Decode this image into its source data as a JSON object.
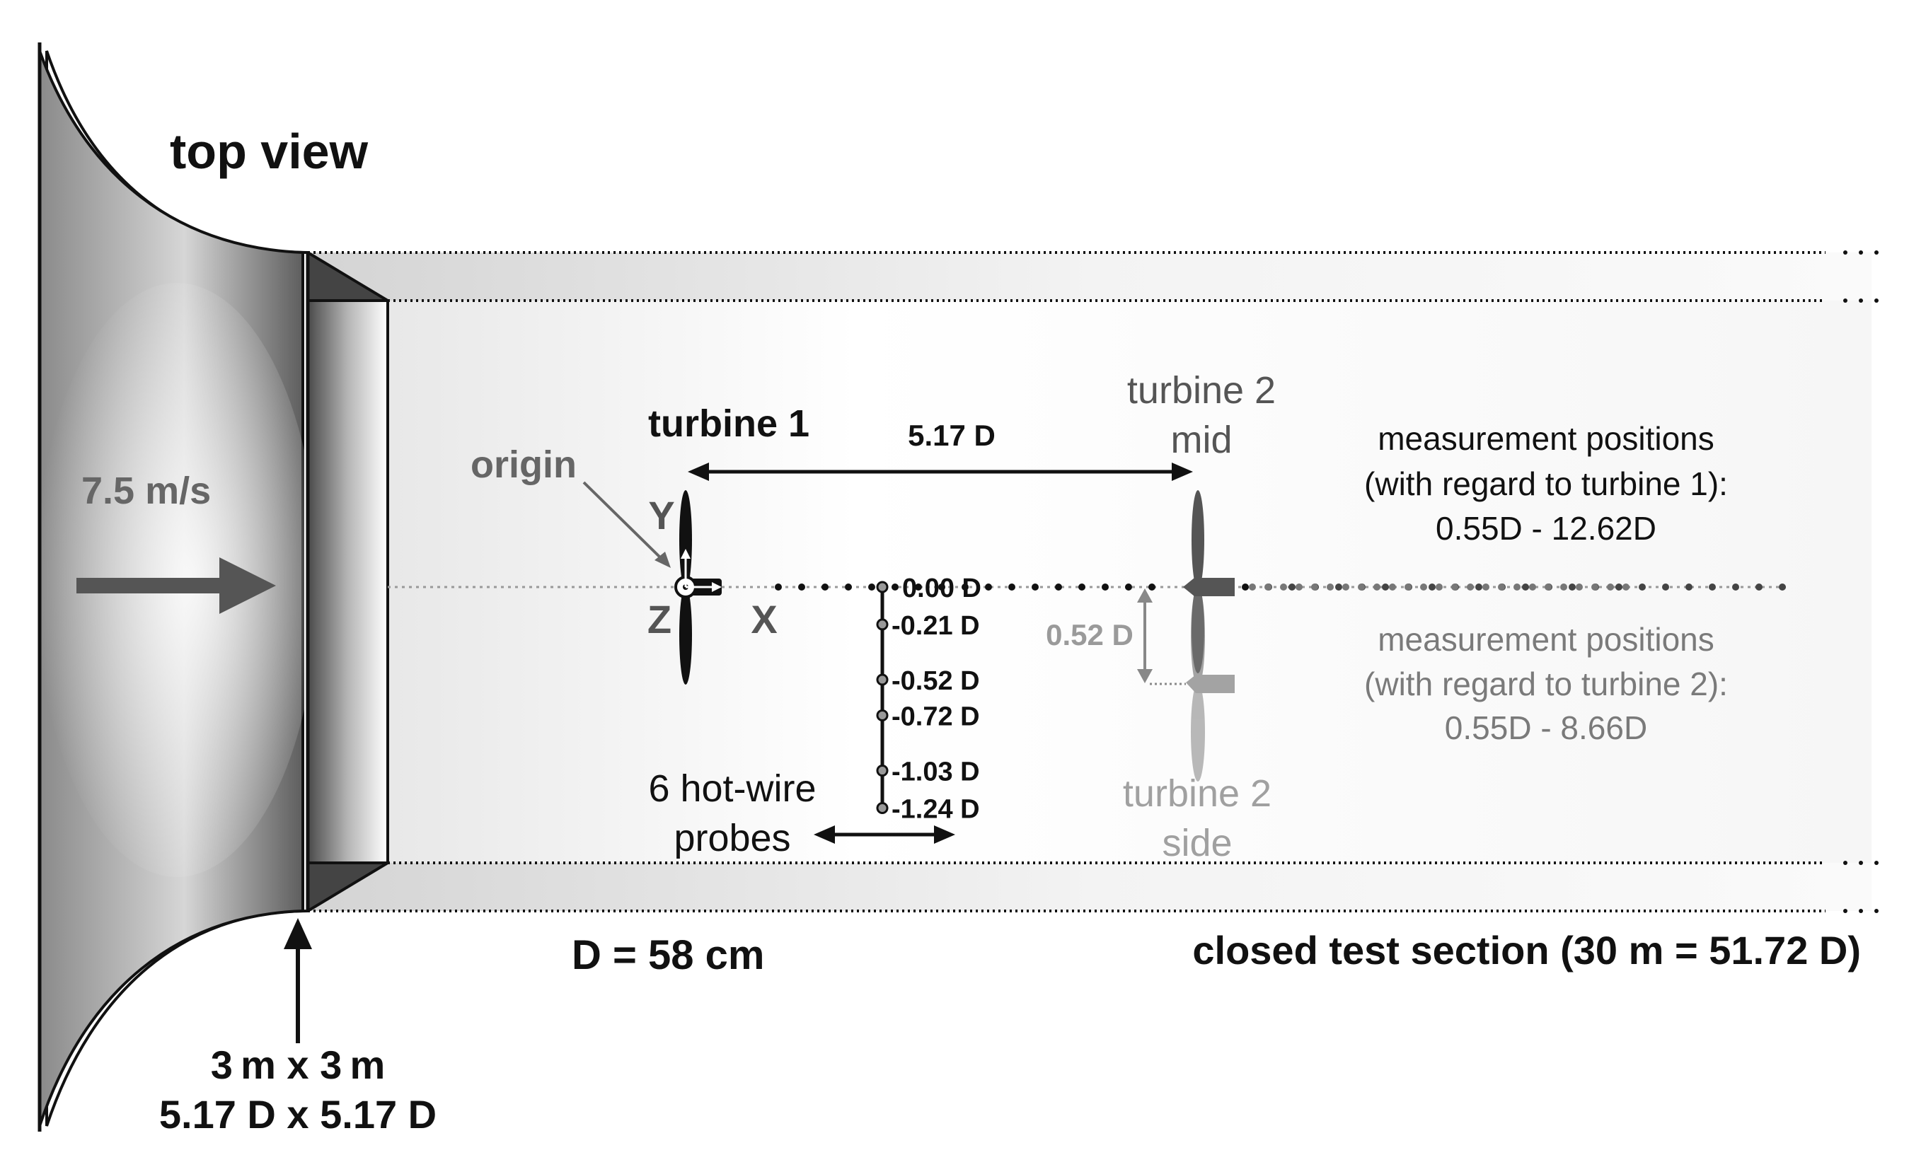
{
  "title": "top view",
  "inflow": {
    "speed_label": "7.5 m/s"
  },
  "inlet": {
    "size_m": "3 m x 3 m",
    "size_d": "5.17 D x 5.17 D"
  },
  "labels": {
    "origin": "origin",
    "turbine1": "turbine 1",
    "spacing": "5.17 D",
    "turbine2_mid_line1": "turbine 2",
    "turbine2_mid_line2": "mid",
    "turbine2_side_line1": "turbine 2",
    "turbine2_side_line2": "side",
    "axis_y": "Y",
    "axis_z": "Z",
    "axis_x": "X",
    "offset": "0.52 D",
    "probes_line1": "6 hot-wire",
    "probes_line2": "probes",
    "diameter": "D = 58 cm",
    "test_section": "closed test section (30 m  =  51.72 D)"
  },
  "measurement_t1": {
    "line1": "measurement positions",
    "line2": "(with regard to turbine 1):",
    "line3": "0.55D - 12.62D"
  },
  "measurement_t2": {
    "line1": "measurement positions",
    "line2": "(with regard to turbine 2):",
    "line3": "0.55D - 8.66D"
  },
  "probe_positions": [
    "0.00 D",
    "-0.21 D",
    "-0.52 D",
    "-0.72 D",
    "-1.03 D",
    "-1.24 D"
  ],
  "colors": {
    "dark": "#111111",
    "grey": "#666666",
    "light_grey": "#9a9a9a"
  }
}
